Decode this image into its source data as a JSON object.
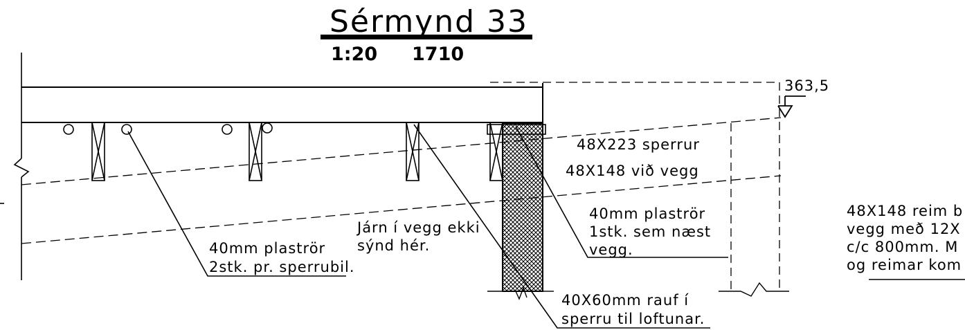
{
  "title": "Sérmynd 33",
  "scale": "1:20",
  "sheet_number": "1710",
  "elevation_mark": "363,5",
  "labels": {
    "rafters_line1": "48X223 sperrur",
    "rafters_line2": "48X148 við vegg",
    "pipe_wall_line1": "40mm plaströr",
    "pipe_wall_line2": "1stk. sem næst",
    "pipe_wall_line3": "vegg.",
    "iron_line1": "Járn í vegg ekki",
    "iron_line2": "sýnd hér.",
    "pipe_span_line1": "40mm plaströr",
    "pipe_span_line2": "2stk. pr. sperrubil.",
    "groove_line1": "40X60mm rauf í",
    "groove_line2": "sperru til loftunar.",
    "strap_line1": "48X148 reim b",
    "strap_line2": "vegg með 12X",
    "strap_line3": "c/c 800mm. M",
    "strap_line4": "og reimar kom"
  },
  "colors": {
    "ink": "#000000",
    "paper": "#ffffff"
  }
}
